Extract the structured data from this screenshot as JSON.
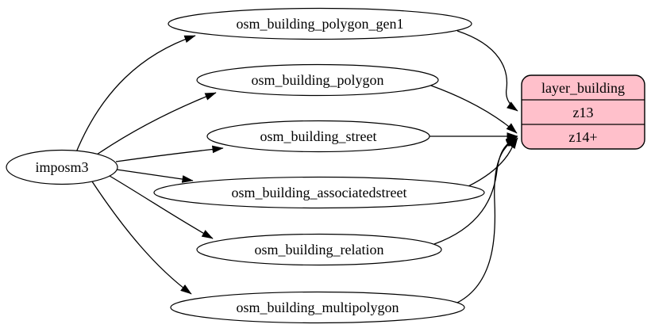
{
  "diagram": {
    "source": {
      "label": "imposm3"
    },
    "tables": [
      {
        "label": "osm_building_polygon_gen1"
      },
      {
        "label": "osm_building_polygon"
      },
      {
        "label": "osm_building_street"
      },
      {
        "label": "osm_building_associatedstreet"
      },
      {
        "label": "osm_building_relation"
      },
      {
        "label": "osm_building_multipolygon"
      }
    ],
    "layer": {
      "title": "layer_building",
      "rows": [
        "z13",
        "z14+"
      ]
    },
    "edges": [
      {
        "from": "imposm3",
        "to": "osm_building_polygon_gen1"
      },
      {
        "from": "imposm3",
        "to": "osm_building_polygon"
      },
      {
        "from": "imposm3",
        "to": "osm_building_street"
      },
      {
        "from": "imposm3",
        "to": "osm_building_associatedstreet"
      },
      {
        "from": "imposm3",
        "to": "osm_building_relation"
      },
      {
        "from": "imposm3",
        "to": "osm_building_multipolygon"
      },
      {
        "from": "osm_building_polygon_gen1",
        "to": "layer_building.z13"
      },
      {
        "from": "osm_building_polygon",
        "to": "layer_building.z14+"
      },
      {
        "from": "osm_building_street",
        "to": "layer_building.z14+"
      },
      {
        "from": "osm_building_associatedstreet",
        "to": "layer_building.z14+"
      },
      {
        "from": "osm_building_relation",
        "to": "layer_building.z14+"
      },
      {
        "from": "osm_building_multipolygon",
        "to": "layer_building.z14+"
      }
    ],
    "colors": {
      "record_fill": "#ffc0cb",
      "stroke": "#000000",
      "ellipse_fill": "#ffffff",
      "background": "#ffffff"
    }
  }
}
